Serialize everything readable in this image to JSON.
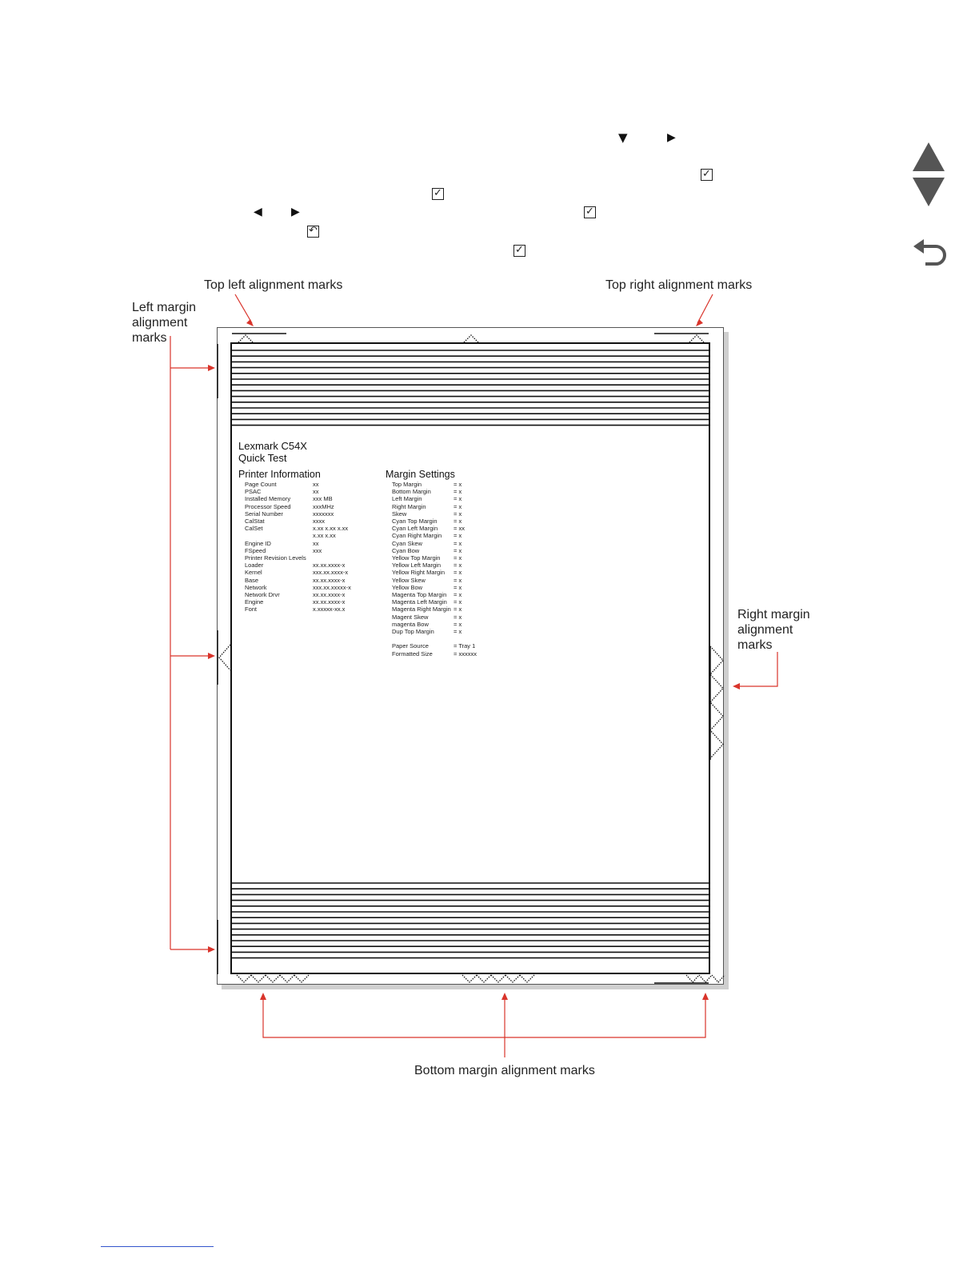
{
  "instructions": {
    "icon_down": "▼",
    "icon_right": "▶",
    "icon_left": "◀",
    "icon_check": "✓",
    "icon_back": "↶"
  },
  "callouts": {
    "top_left": "Top left alignment marks",
    "top_right": "Top right alignment marks",
    "left_margin": "Left margin alignment marks",
    "right_margin": "Right margin alignment marks",
    "bottom_margin": "Bottom margin alignment marks"
  },
  "test_page": {
    "title_line1": "Lexmark C54X",
    "title_line2": "Quick Test",
    "printer_info_heading": "Printer Information",
    "margin_heading": "Margin Settings",
    "printer_info": [
      {
        "label": "Page Count",
        "value": "xx"
      },
      {
        "label": "PSAC",
        "value": "xx"
      },
      {
        "label": "Installed Memory",
        "value": "xxx MB"
      },
      {
        "label": "Processor Speed",
        "value": "xxxMHz"
      },
      {
        "label": "Serial Number",
        "value": "xxxxxxx"
      },
      {
        "label": "CalStat",
        "value": "xxxx"
      },
      {
        "label": "CalSet",
        "value": "x.xx    x.xx    x.xx"
      },
      {
        "label": "",
        "value": "x.xx    x.xx"
      },
      {
        "label": "Engine ID",
        "value": "xx"
      },
      {
        "label": "FSpeed",
        "value": "xxx"
      },
      {
        "label": "Printer Revision Levels",
        "value": ""
      },
      {
        "label": "Loader",
        "value": "xx.xx.xxxx-x"
      },
      {
        "label": "Kernel",
        "value": "xxx.xx.xxxx-x"
      },
      {
        "label": "Base",
        "value": "xx.xx.xxxx-x"
      },
      {
        "label": "Network",
        "value": "xxx.xx.xxxxx-x"
      },
      {
        "label": "Network Drvr",
        "value": "xx.xx.xxxx-x"
      },
      {
        "label": "Engine",
        "value": "xx.xx.xxxx-x"
      },
      {
        "label": "Font",
        "value": "x.xxxxx-xx.x"
      }
    ],
    "margins": [
      {
        "label": "Top Margin",
        "value": "= x"
      },
      {
        "label": "Bottom Margin",
        "value": "= x"
      },
      {
        "label": "Left Margin",
        "value": "= x"
      },
      {
        "label": "Right Margin",
        "value": "= x"
      },
      {
        "label": "Skew",
        "value": "= x"
      },
      {
        "label": "Cyan Top Margin",
        "value": "= x"
      },
      {
        "label": "Cyan Left Margin",
        "value": "= xx"
      },
      {
        "label": "Cyan Right Margin",
        "value": "= x"
      },
      {
        "label": "Cyan Skew",
        "value": "= x"
      },
      {
        "label": "Cyan Bow",
        "value": "= x"
      },
      {
        "label": "Yellow Top Margin",
        "value": "= x"
      },
      {
        "label": "Yellow Left Margin",
        "value": "= x"
      },
      {
        "label": "Yellow Right Margin",
        "value": "= x"
      },
      {
        "label": "Yellow Skew",
        "value": "= x"
      },
      {
        "label": "Yellow Bow",
        "value": "= x"
      },
      {
        "label": "Magenta Top Margin",
        "value": "  = x"
      },
      {
        "label": "Magenta Left Margin",
        "value": "  = x"
      },
      {
        "label": "Magenta Right Margin",
        "value": " = x"
      },
      {
        "label": "Magent Skew",
        "value": "= x"
      },
      {
        "label": "magenta Bow",
        "value": "= x"
      },
      {
        "label": "Dup Top Margin",
        "value": "= x"
      },
      {
        "label": "",
        "value": ""
      },
      {
        "label": "Paper Source",
        "value": "= Tray 1"
      },
      {
        "label": "Formatted Size",
        "value": "= xxxxxx"
      }
    ]
  },
  "colors": {
    "callout_line": "#d9342b",
    "ink": "#111111",
    "nav_icon": "#555555",
    "link": "#3355cc"
  },
  "nav": {
    "icons": [
      "triangle-up-icon",
      "triangle-down-icon",
      "back-arrow-icon"
    ]
  }
}
